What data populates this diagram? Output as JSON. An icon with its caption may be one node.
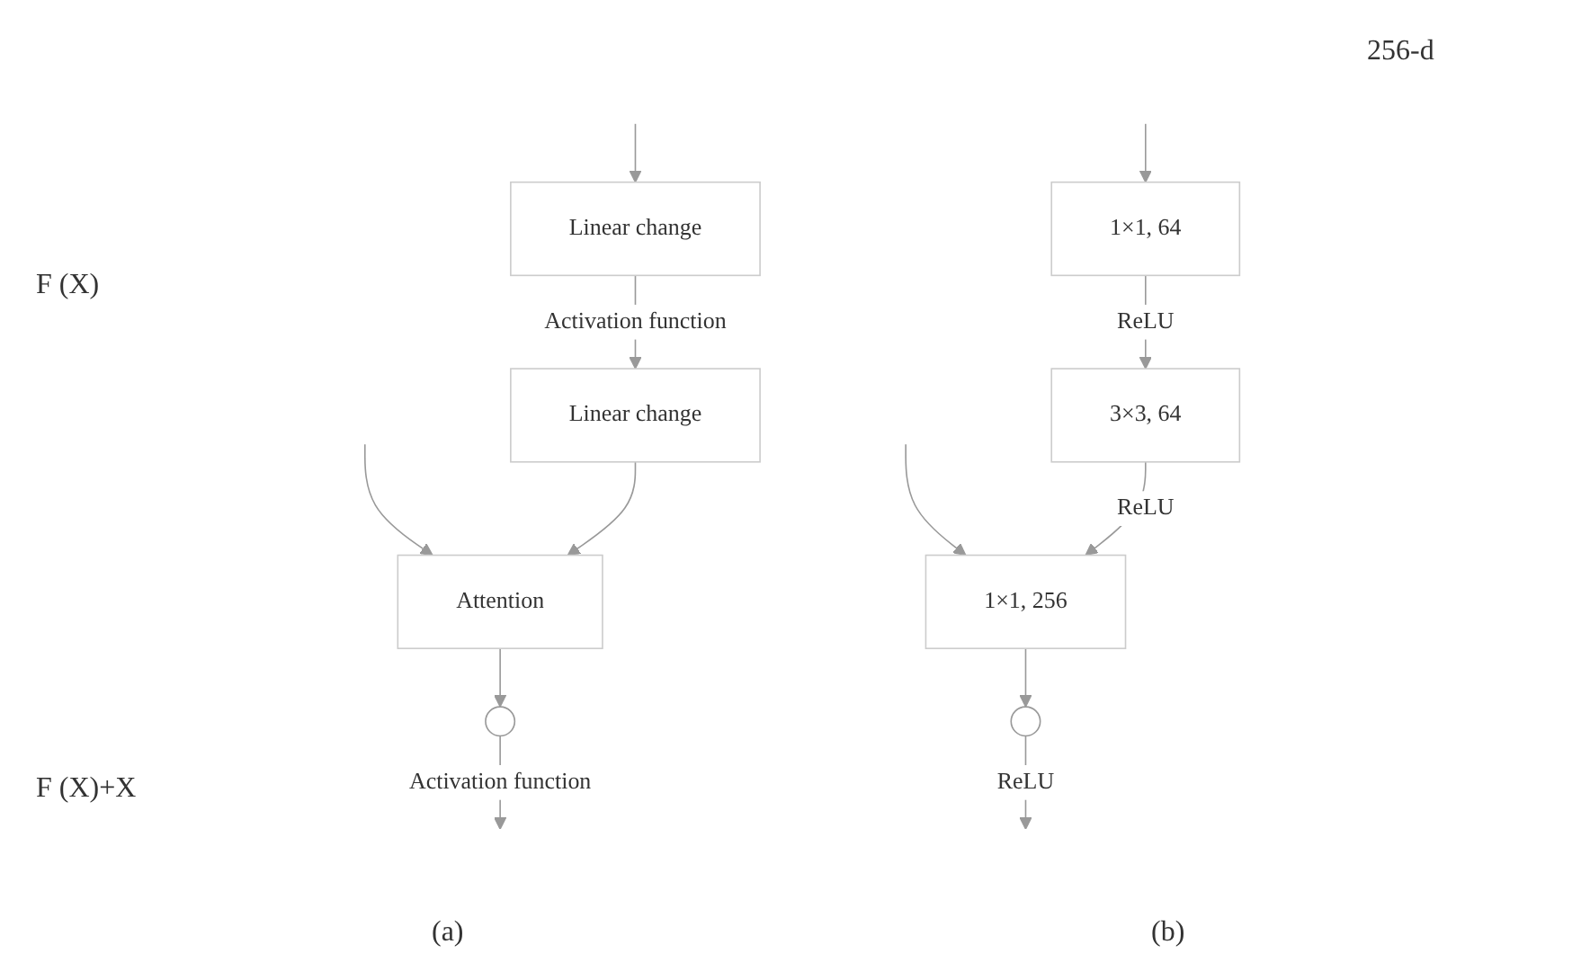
{
  "diagram": {
    "nodes": [
      {
        "text": [
          "Linear change"
        ]
      },
      {
        "text": [
          "Linear change"
        ]
      },
      {
        "text": [
          "Attention"
        ]
      },
      {
        "text": [],
        "shape": "circle"
      },
      {
        "text": [
          "1×1, 64"
        ]
      },
      {
        "text": [
          "3×3, 64"
        ]
      },
      {
        "text": [
          "1×1, 256"
        ]
      },
      {
        "text": [],
        "shape": "circle"
      }
    ],
    "edges": [
      {
        "from": null,
        "to": 0,
        "arrow": "to"
      },
      {
        "from": null,
        "to": 2,
        "arrow": "to"
      },
      {
        "from": 0,
        "to": 1,
        "arrow": "to",
        "label": "Activation function"
      },
      {
        "from": 1,
        "to": 2,
        "arrow": "to"
      },
      {
        "from": 2,
        "to": 3,
        "arrow": "to"
      },
      {
        "from": 3,
        "to": null,
        "arrow": "to",
        "label": "Activation function"
      },
      {
        "from": null,
        "to": 4,
        "arrow": "to"
      },
      {
        "from": null,
        "to": 6,
        "arrow": "to"
      },
      {
        "from": 4,
        "to": 5,
        "arrow": "to",
        "label": "ReLU"
      },
      {
        "from": 5,
        "to": 6,
        "arrow": "to",
        "label": "ReLU"
      },
      {
        "from": 6,
        "to": 7,
        "arrow": "to"
      },
      {
        "from": 7,
        "to": null,
        "arrow": "to",
        "label": "ReLU"
      }
    ],
    "labels": [
      "F (X)",
      "F (X)+X",
      "(a)",
      "256-d",
      "(b)"
    ]
  }
}
